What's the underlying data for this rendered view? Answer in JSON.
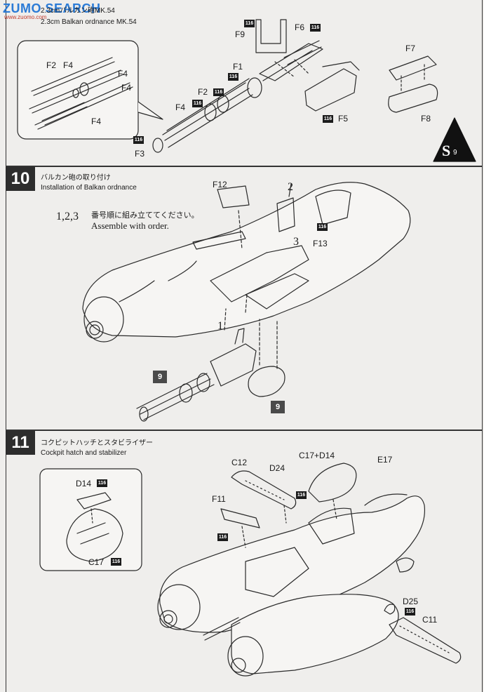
{
  "watermark": {
    "text": "ZUMO SEARCH",
    "sub": "www.zuomo.com"
  },
  "top_section": {
    "title_jp": "2.3cmバルカン砲MK.54",
    "title_en": "2.3cm Balkan ordnance MK.54",
    "labels": {
      "f9": "F9",
      "f6": "F6",
      "f1": "F1",
      "f2": "F2",
      "f4": "F4",
      "f3": "F3",
      "f5": "F5",
      "f7": "F7",
      "f8": "F8",
      "detail_f2": "F2",
      "detail_f4a": "F4",
      "detail_f4b": "F4",
      "detail_f4c": "F4"
    },
    "badge": "116",
    "page_marker": {
      "letter": "S",
      "num": "9"
    }
  },
  "step10": {
    "number": "10",
    "title_jp": "バルカン砲の取り付け",
    "title_en": "Installation of Balkan ordnance",
    "order_nums": "1,2,3",
    "instruction_jp": "番号順に組み立ててください。",
    "instruction_en": "Assemble with order.",
    "labels": {
      "f12": "F12",
      "f13": "F13",
      "n1": "1",
      "n2": "2",
      "n3": "3"
    },
    "badge": "116",
    "ref_badge": "9"
  },
  "step11": {
    "number": "11",
    "title_jp": "コクピットハッチとスタビライザー",
    "title_en": "Cockpit hatch and stabilizer",
    "labels": {
      "d14": "D14",
      "c17": "C17",
      "c12": "C12",
      "d24": "D24",
      "c17d14": "C17+D14",
      "e17": "E17",
      "f11": "F11",
      "d25": "D25",
      "c11": "C11"
    },
    "badge": "116"
  }
}
